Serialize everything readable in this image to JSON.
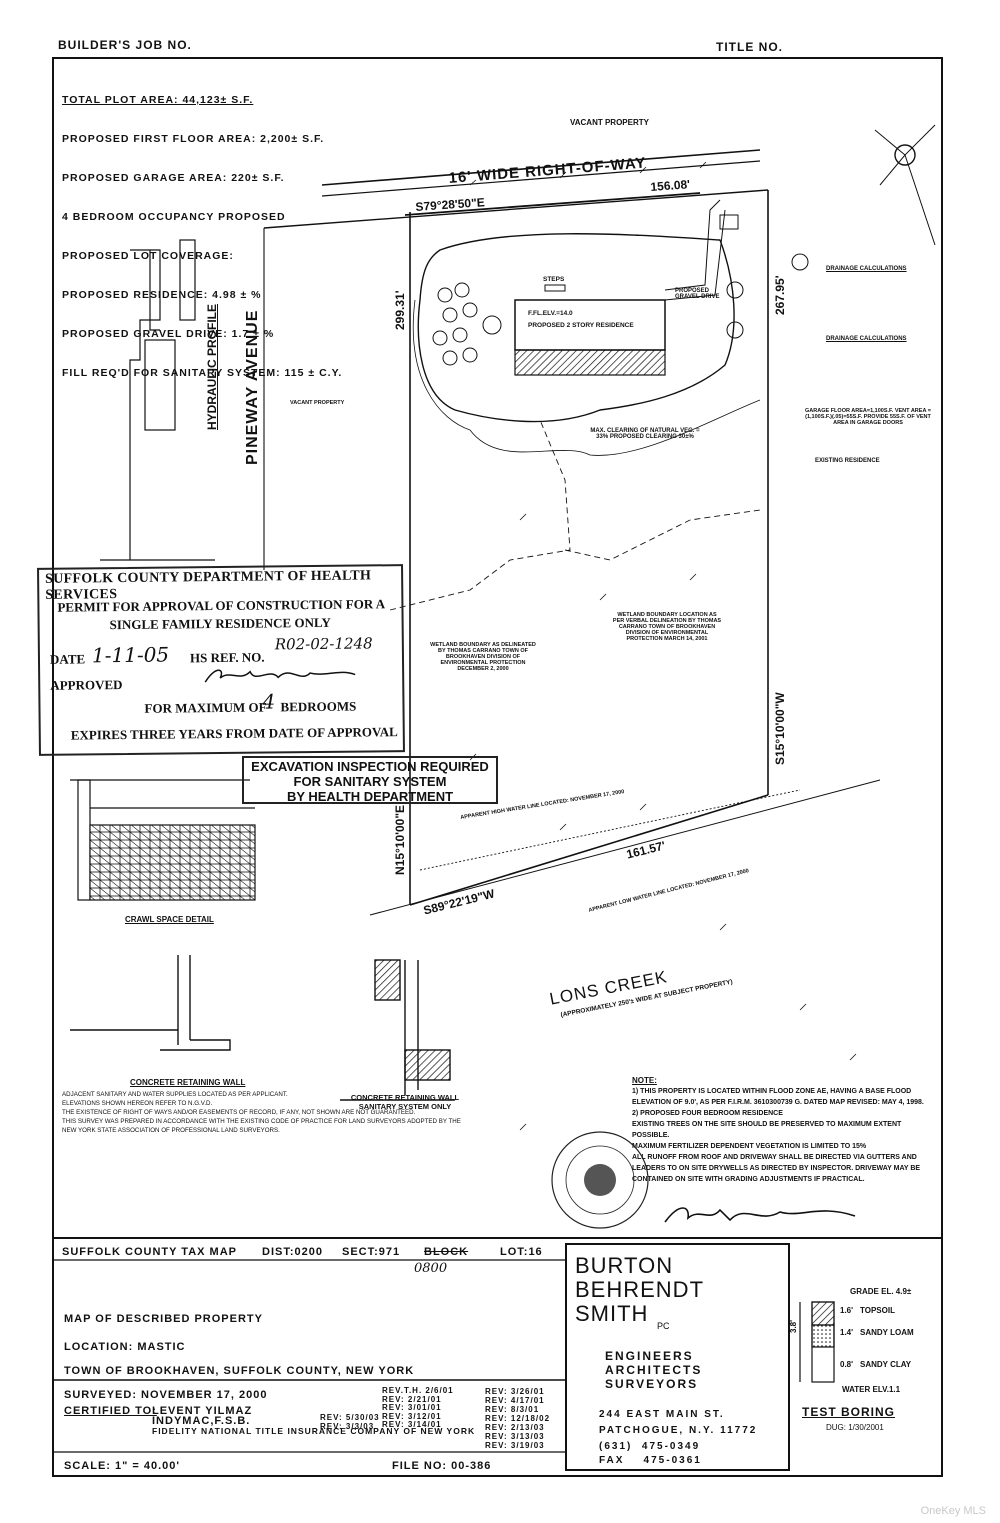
{
  "header": {
    "builders_job_no": "BUILDER'S JOB NO.",
    "title_no": "TITLE NO."
  },
  "plot_notes": [
    "TOTAL PLOT AREA: 44,123± S.F.",
    "PROPOSED FIRST FLOOR AREA: 2,200± S.F.",
    "PROPOSED GARAGE AREA: 220± S.F.",
    "4 BEDROOM OCCUPANCY PROPOSED",
    "PROPOSED LOT COVERAGE:",
    "PROPOSED RESIDENCE: 4.98 ± %",
    "PROPOSED GRAVEL DRIVE: 1.7 ± %",
    "FILL REQ'D FOR SANITARY SYSTEM: 115 ± C.Y."
  ],
  "map": {
    "right_of_way": "16' WIDE RIGHT-OF-WAY",
    "vacant_property_top": "VACANT PROPERTY",
    "bearing_top": "S79°28'50\"E",
    "dist_top": "156.08'",
    "bearing_left": "299.31'",
    "dist_right": "267.95'",
    "street": "PINEWAY AVENUE",
    "hydraulic_profile": "HYDRAULIC PROFILE",
    "bearing_west": "N15°10'00\"E",
    "bearing_east": "S15°10'00\"W",
    "bearing_bottom": "S89°22'19\"W",
    "dist_bottom": "161.57'",
    "creek": "LONS CREEK",
    "creek_note": "(APPROXIMATELY 250'± WIDE AT SUBJECT PROPERTY)",
    "residence_label": "PROPOSED 2 STORY RESIDENCE",
    "ffel": "F.FL.ELV.=14.0",
    "steps": "STEPS",
    "gravel_drive": "PROPOSED GRAVEL DRIVE",
    "vacant_property_left": "VACANT PROPERTY",
    "existing_residence": "EXISTING RESIDENCE",
    "max_clearing": "MAX. CLEARING OF NATURAL VEG. = 33% PROPOSED CLEARING 30±%",
    "wetland_1": "WETLAND BOUNDARY AS DELINEATED BY THOMAS CARRANO TOWN OF BROOKHAVEN DIVISION OF ENVIRONMENTAL PROTECTION DECEMBER 2, 2000",
    "wetland_2": "WETLAND BOUNDARY LOCATION AS PER VERBAL DELINEATION BY THOMAS CARRANO TOWN OF BROOKHAVEN DIVISION OF ENVIRONMENTAL PROTECTION MARCH 14, 2001",
    "high_water": "APPARENT HIGH WATER LINE LOCATED: NOVEMBER 17, 2000",
    "low_water": "APPARENT LOW WATER LINE LOCATED: NOVEMBER 17, 2000",
    "drainage_title_1": "DRAINAGE CALCULATIONS",
    "drainage_title_2": "DRAINAGE CALCULATIONS",
    "garage_calc": "GARAGE FLOOR AREA=1,100S.F. VENT AREA = (1,100S.F.)(.05)=55S.F. PROVIDE 55S.F. OF VENT AREA IN GARAGE DOORS"
  },
  "permit": {
    "dept": "SUFFOLK COUNTY DEPARTMENT OF HEALTH SERVICES",
    "line1": "PERMIT FOR APPROVAL OF CONSTRUCTION FOR A",
    "line2": "SINGLE FAMILY RESIDENCE ONLY",
    "date_label": "DATE",
    "date_value": "1-11-05",
    "hs_ref_label": "HS REF. NO.",
    "hs_ref_value": "R02-02-1248",
    "approved_label": "APPROVED",
    "max_label": "FOR MAXIMUM OF",
    "max_value": "4",
    "bedrooms": "BEDROOMS",
    "expires": "EXPIRES THREE YEARS FROM DATE OF APPROVAL"
  },
  "excavation": [
    "EXCAVATION INSPECTION REQUIRED",
    "FOR SANITARY SYSTEM",
    "BY HEALTH DEPARTMENT"
  ],
  "details": {
    "crawl_space": "CRAWL SPACE DETAIL",
    "retaining_wall_1": "CONCRETE RETAINING WALL",
    "retaining_wall_2": "CONCRETE RETAINING WALL SANITARY SYSTEM ONLY"
  },
  "survey_notes": [
    "ADJACENT SANITARY AND WATER SUPPLIES LOCATED AS PER APPLICANT.",
    "ELEVATIONS SHOWN HEREON REFER TO N.G.V.D.",
    "THE EXISTENCE OF RIGHT OF WAYS AND/OR EASEMENTS OF RECORD, IF ANY, NOT SHOWN ARE NOT GUARANTEED.",
    "THIS SURVEY WAS PREPARED IN ACCORDANCE WITH THE EXISTING CODE OF PRACTICE FOR LAND SURVEYORS ADOPTED BY THE NEW YORK STATE ASSOCIATION OF PROFESSIONAL LAND SURVEYORS."
  ],
  "notes": {
    "title": "NOTE:",
    "items": [
      "1) THIS PROPERTY IS LOCATED WITHIN FLOOD ZONE AE, HAVING A BASE FLOOD ELEVATION OF 9.0', AS PER F.I.R.M. 3610300739 G. DATED MAP REVISED: MAY 4, 1998.",
      "2) PROPOSED FOUR BEDROOM RESIDENCE",
      "EXISTING TREES ON THE SITE SHOULD BE PRESERVED TO MAXIMUM EXTENT POSSIBLE.",
      "MAXIMUM FERTILIZER DEPENDENT VEGETATION IS LIMITED TO 15%",
      "ALL RUNOFF FROM ROOF AND DRIVEWAY SHALL BE DIRECTED VIA GUTTERS AND LEADERS TO ON SITE DRYWELLS AS DIRECTED BY INSPECTOR. DRIVEWAY MAY BE CONTAINED ON SITE WITH GRADING ADJUSTMENTS IF PRACTICAL."
    ]
  },
  "title_block": {
    "tax_map": "SUFFOLK COUNTY TAX MAP",
    "dist": "DIST:0200",
    "sect": "SECT:971",
    "block_struck": "BLOCK",
    "lot": "LOT:16",
    "handwritten_block": "0800",
    "map_of": "MAP OF DESCRIBED PROPERTY",
    "location": "LOCATION: MASTIC",
    "town": "TOWN OF BROOKHAVEN, SUFFOLK COUNTY, NEW YORK",
    "surveyed": "SURVEYED: NOVEMBER 17, 2000",
    "certified_to": "CERTIFIED TO:",
    "cert_1": "LEVENT YILMAZ",
    "cert_2": "INDYMAC,F.S.B.",
    "cert_3": "FIDELITY NATIONAL TITLE INSURANCE COMPANY OF NEW YORK",
    "revs_col1": [
      "REV.T.H. 2/6/01",
      "REV: 2/21/01",
      "REV: 3/01/01",
      "REV: 3/12/01",
      "REV: 3/14/01"
    ],
    "revs_col0": [
      "REV: 5/30/03",
      "REV: 3/3/03"
    ],
    "revs_col2": [
      "REV: 3/26/01",
      "REV: 4/17/01",
      "REV: 8/3/01",
      "REV: 12/18/02",
      "REV: 2/13/03",
      "REV: 3/13/03",
      "REV: 3/19/03"
    ],
    "scale": "SCALE: 1\" = 40.00'",
    "file_no": "FILE NO: 00-386"
  },
  "company": {
    "name_1": "BURTON",
    "name_2": "BEHRENDT",
    "name_3": "SMITH",
    "pc": "PC",
    "role_1": "ENGINEERS",
    "role_2": "ARCHITECTS",
    "role_3": "SURVEYORS",
    "addr_1": "244 EAST MAIN ST.",
    "addr_2": "PATCHOGUE, N.Y. 11772",
    "phone": "(631)  475-0349",
    "fax": "FAX    475-0361"
  },
  "test_boring": {
    "grade": "GRADE EL. 4.9±",
    "depth": "3.8'",
    "layers": [
      {
        "thickness": "1.6'",
        "name": "TOPSOIL"
      },
      {
        "thickness": "1.4'",
        "name": "SANDY LOAM"
      },
      {
        "thickness": "0.8'",
        "name": "SANDY CLAY"
      }
    ],
    "water": "WATER ELV.1.1",
    "title": "TEST BORING",
    "dug": "DUG: 1/30/2001"
  },
  "watermark": "OneKey MLS"
}
